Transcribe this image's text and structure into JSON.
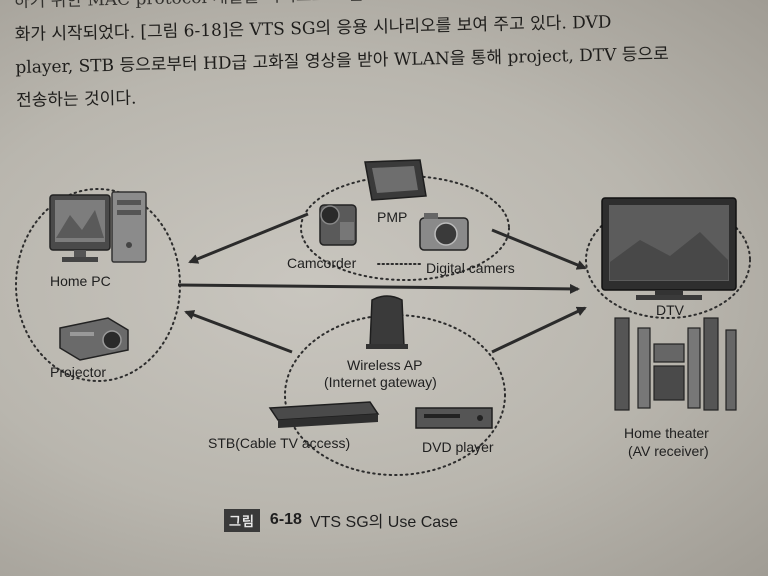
{
  "body_text": {
    "line0": "하기 위한 MAC protocol 개발을 목적으로 표준",
    "line1": "화가 시작되었다. [그림 6-18]은 VTS SG의 응용 시나리오를 보여 주고 있다. DVD",
    "line2": "player, STB 등으로부터 HD급 고화질 영상을 받아 WLAN을 통해 project, DTV 등으로",
    "line3": "전송하는 것이다."
  },
  "diagram": {
    "labels": {
      "pmp": "PMP",
      "camcorder": "Camcorder",
      "digital_camera": "Digital camers",
      "home_pc": "Home PC",
      "projector": "Projector",
      "dtv": "DTV",
      "wireless_ap": "Wireless AP",
      "internet_gateway": "(Internet gateway)",
      "stb": "STB(Cable TV access)",
      "dvd_player": "DVD player",
      "home_theater": "Home theater",
      "av_receiver": "(AV receiver)"
    }
  },
  "caption": {
    "tag": "그림",
    "number": "6-18",
    "title": "VTS SG의 Use Case"
  }
}
